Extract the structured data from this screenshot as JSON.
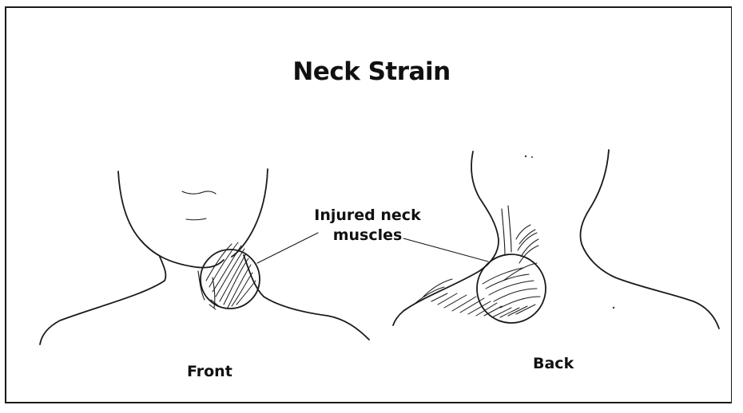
{
  "diagram": {
    "title": "Neck Strain",
    "callout_label": "Injured neck muscles",
    "views": [
      {
        "label": "Front"
      },
      {
        "label": "Back"
      }
    ]
  }
}
